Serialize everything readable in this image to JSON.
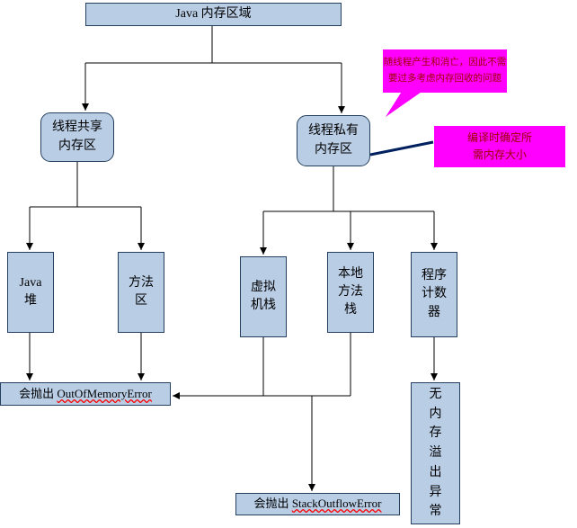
{
  "colors": {
    "node_fill": "#b9cde5",
    "node_border": "#24405e",
    "connector": "#000000",
    "callout_fill": "#ff00ff",
    "callout_text": "#9c0000",
    "compile_connector": "#002060",
    "error_underline": "#ff0000"
  },
  "nodes": {
    "root": {
      "label": "Java 内存区域"
    },
    "thread_shared": {
      "lines": [
        "线程共享",
        "内存区"
      ]
    },
    "thread_private": {
      "lines": [
        "线程私有",
        "内存区"
      ]
    },
    "java_heap": {
      "lines": [
        "Java",
        "堆"
      ]
    },
    "method_area": {
      "lines": [
        "方法",
        "区"
      ]
    },
    "vm_stack": {
      "lines": [
        "虚拟",
        "机栈"
      ]
    },
    "native_method_stack": {
      "lines": [
        "本地",
        "方法",
        "栈"
      ]
    },
    "program_counter": {
      "lines": [
        "程序",
        "计数",
        "器"
      ]
    },
    "no_overflow": {
      "label": "无内存溢出异常"
    },
    "oom": {
      "prefix": "会抛出 ",
      "error": "OutOfMemoryError"
    },
    "stack_overflow": {
      "prefix": "会抛出 ",
      "error": "StackOutflowError"
    }
  },
  "callouts": {
    "thread_lifecycle": {
      "lines": [
        "随线程产生和消亡，因此不需",
        "要过多考虑内存回收的问题"
      ]
    },
    "compile_time": {
      "lines": [
        "编译时确定所",
        "需内存大小"
      ]
    }
  }
}
